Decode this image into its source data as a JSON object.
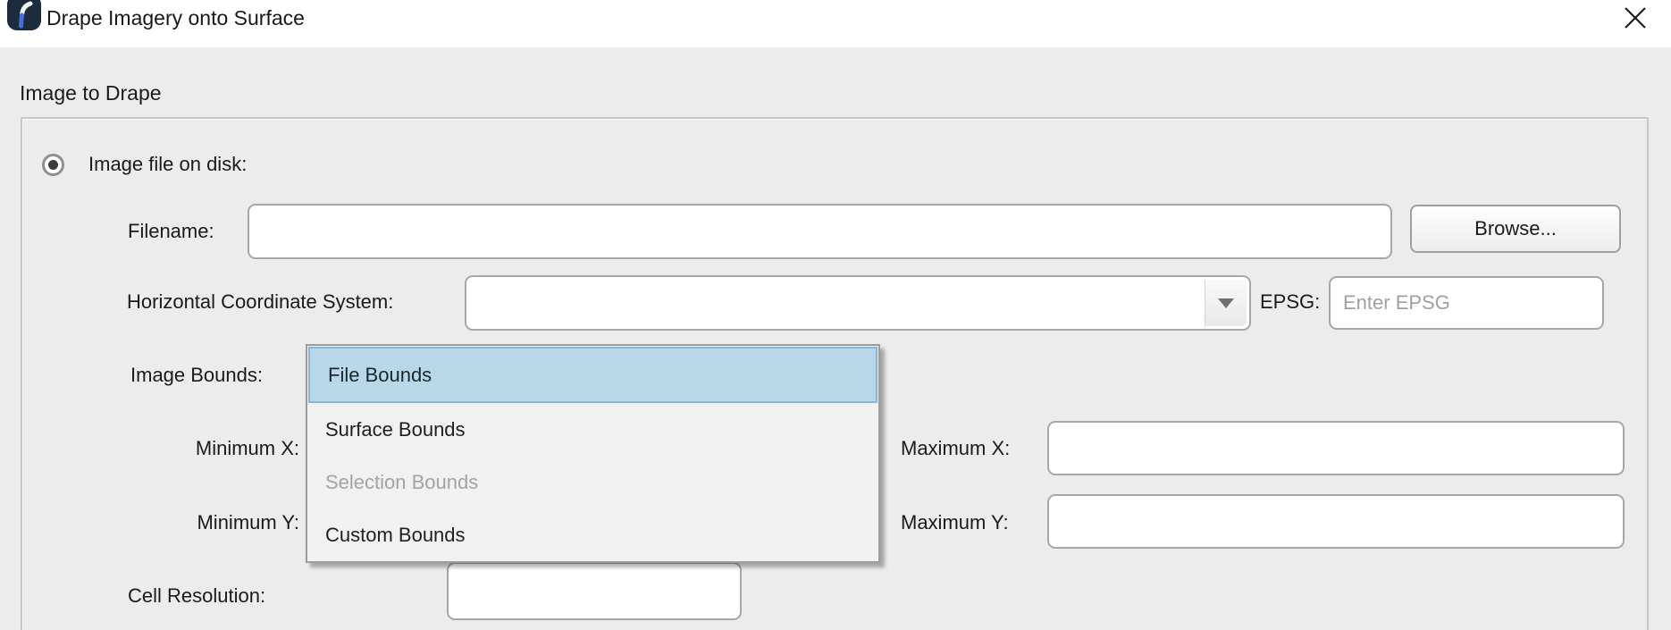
{
  "window": {
    "title": "Drape Imagery onto Surface",
    "close_icon": "close"
  },
  "group_box": {
    "label": "Image to Drape"
  },
  "radio_image_file": {
    "label": "Image file on disk:",
    "selected": true
  },
  "filename": {
    "label": "Filename:",
    "value": "",
    "browse_label": "Browse..."
  },
  "hcs": {
    "label": "Horizontal Coordinate System:",
    "value": "",
    "epsg_label": "EPSG:",
    "epsg_placeholder": "Enter EPSG",
    "epsg_value": ""
  },
  "image_bounds": {
    "label": "Image Bounds:",
    "dropdown_open": true,
    "options": [
      {
        "label": "File Bounds",
        "state": "selected"
      },
      {
        "label": "Surface Bounds",
        "state": "enabled"
      },
      {
        "label": "Selection Bounds",
        "state": "disabled"
      },
      {
        "label": "Custom Bounds",
        "state": "enabled"
      }
    ]
  },
  "bounds": {
    "min_x_label": "Minimum X:",
    "max_x_label": "Maximum X:",
    "min_y_label": "Minimum Y:",
    "max_y_label": "Maximum Y:",
    "max_x_value": "",
    "max_y_value": ""
  },
  "cell_resolution": {
    "label": "Cell Resolution:",
    "value": ""
  },
  "colors": {
    "titlebar_bg": "#ffffff",
    "dialog_bg": "#ececec",
    "selection_fill": "#b8d8ea",
    "selection_border": "#8ab6d1",
    "disabled_text": "#a3a3a3",
    "input_border": "#a7a7a7",
    "icon_bg": "#1c2b3d",
    "icon_stroke_top": "#f2f5f7",
    "icon_stroke_bottom": "#4a6fd4"
  }
}
